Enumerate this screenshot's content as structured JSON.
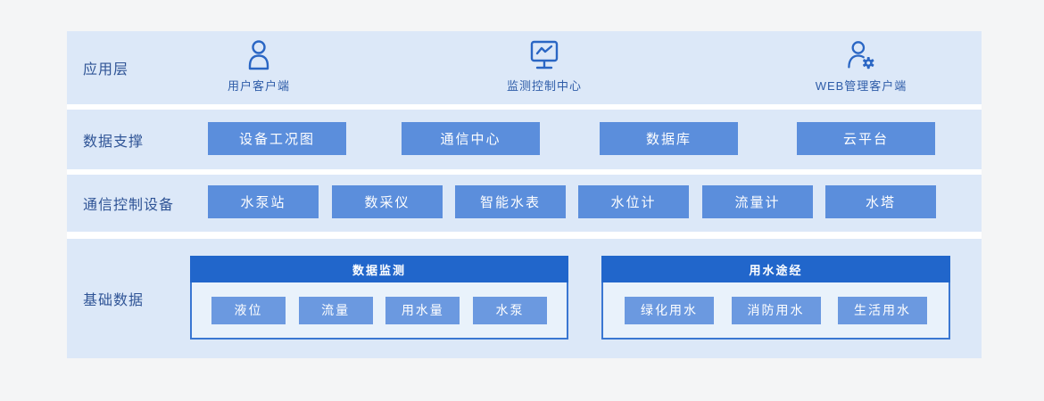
{
  "colors": {
    "page_bg": "#f4f5f6",
    "panel_bg": "#ffffff",
    "band_bg": "#dce8f8",
    "box_blue": "#5b8edc",
    "group_header_blue": "#2166cb",
    "group_body_bg": "#e9f2fb",
    "group_border": "#3a77d2",
    "mini_box_blue": "#6b99e0",
    "label_text": "#2f5496",
    "icon_blue": "#2a66c4",
    "box_text": "#ffffff"
  },
  "layers": {
    "app": {
      "label": "应用层",
      "items": [
        {
          "label": "用户客户端",
          "icon": "user-icon"
        },
        {
          "label": "监测控制中心",
          "icon": "monitor-chart-icon"
        },
        {
          "label": "WEB管理客户端",
          "icon": "user-gear-icon"
        }
      ]
    },
    "data_support": {
      "label": "数据支撑",
      "buttons": [
        "设备工况图",
        "通信中心",
        "数据库",
        "云平台"
      ]
    },
    "comm_devices": {
      "label": "通信控制设备",
      "buttons": [
        "水泵站",
        "数采仪",
        "智能水表",
        "水位计",
        "流量计",
        "水塔"
      ]
    },
    "base_data": {
      "label": "基础数据",
      "groups": [
        {
          "title": "数据监测",
          "buttons": [
            "液位",
            "流量",
            "用水量",
            "水泵"
          ]
        },
        {
          "title": "用水途经",
          "buttons": [
            "绿化用水",
            "消防用水",
            "生活用水"
          ]
        }
      ]
    }
  }
}
